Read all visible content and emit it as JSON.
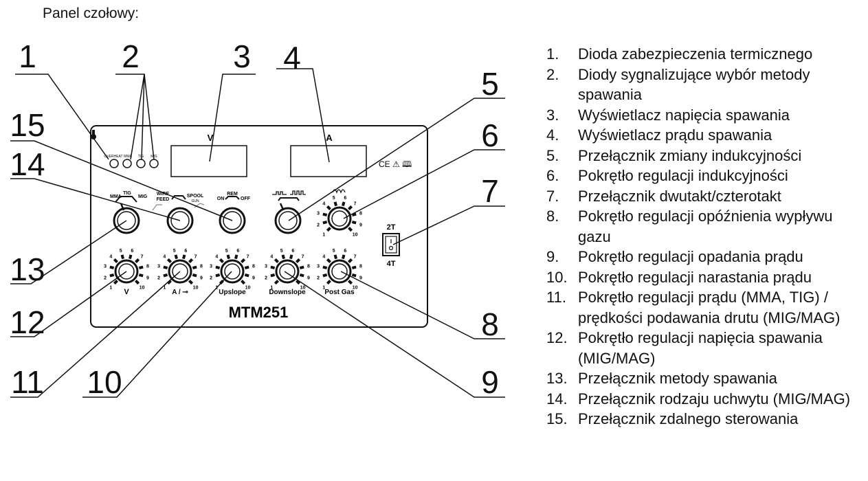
{
  "title": "Panel czołowy:",
  "model": "MTM251",
  "callouts": [
    "1",
    "2",
    "3",
    "4",
    "5",
    "6",
    "7",
    "8",
    "9",
    "10",
    "11",
    "12",
    "13",
    "14",
    "15"
  ],
  "panel_labels": {
    "volt_display": "V",
    "amp_display": "A",
    "overheat": "OVERHEAT",
    "mma": "MMA",
    "tig": "TIG",
    "mig": "MIG",
    "wire_feed_1": "WIRE",
    "wire_feed_2": "FEED",
    "spool_1": "SPOOL",
    "spool_2": "GUN",
    "rem": "REM",
    "on": "ON",
    "off": "OFF",
    "marks": "CE ⚠ 🕮",
    "twoT": "2T",
    "fourT": "4T",
    "knob_v": "V",
    "knob_a": "A / ⊸",
    "knob_upslope": "Upslope",
    "knob_downslope": "Downslope",
    "knob_postgas": "Post Gas"
  },
  "legend": [
    {
      "n": "1.",
      "text": "Dioda zabezpieczenia termicznego"
    },
    {
      "n": "2.",
      "text": "Diody sygnalizujące wybór metody spawania"
    },
    {
      "n": "3.",
      "text": "Wyświetlacz napięcia spawania"
    },
    {
      "n": "4.",
      "text": "Wyświetlacz prądu spawania"
    },
    {
      "n": "5.",
      "text": "Przełącznik zmiany indukcyjności"
    },
    {
      "n": "6.",
      "text": "Pokrętło regulacji indukcyjności"
    },
    {
      "n": "7.",
      "text": "Przełącznik dwutakt/czterotakt"
    },
    {
      "n": "8.",
      "text": "Pokrętło regulacji opóźnienia wypływu gazu"
    },
    {
      "n": "9.",
      "text": "Pokrętło regulacji opadania prądu"
    },
    {
      "n": "10.",
      "text": "Pokrętło regulacji narastania prądu"
    },
    {
      "n": "11.",
      "text": "Pokrętło regulacji prądu (MMA, TIG) / prędkości podawania drutu (MIG/MAG)"
    },
    {
      "n": "12.",
      "text": "Pokrętło regulacji napięcia spawania (MIG/MAG)"
    },
    {
      "n": "13.",
      "text": "Przełącznik metody spawania"
    },
    {
      "n": "14.",
      "text": "Przełącznik rodzaju uchwytu (MIG/MAG)"
    },
    {
      "n": "15.",
      "text": "Przełącznik zdalnego sterowania"
    }
  ]
}
